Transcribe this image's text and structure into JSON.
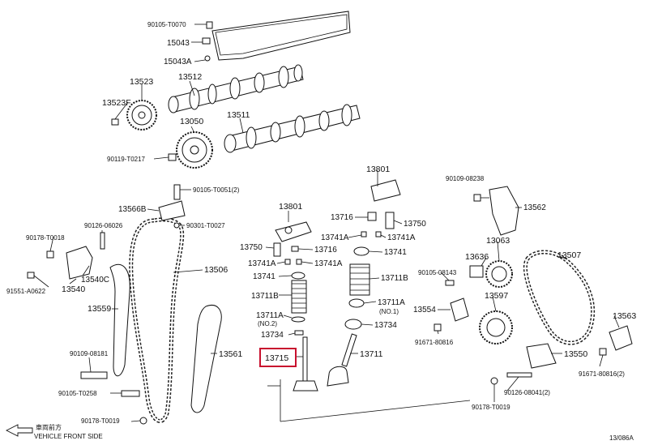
{
  "labels": {
    "l90105_T0070": "90105-T0070",
    "l15043": "15043",
    "l15043A": "15043A",
    "l13523": "13523",
    "l13512": "13512",
    "l13523F": "13523F",
    "l13511": "13511",
    "l13050": "13050",
    "l90119_T0217": "90119-T0217",
    "l13801a": "13801",
    "l90109_08238": "90109-08238",
    "l90105_T0051": "90105-T0051(2)",
    "l13566B": "13566B",
    "l13562": "13562",
    "l13801b": "13801",
    "l13716a": "13716",
    "l13750a": "13750",
    "l90301_T0027": "90301-T0027",
    "l90126_06026": "90126-06026",
    "l13741Aa": "13741A",
    "l13741Ab": "13741A",
    "l90178_T0018": "90178-T0018",
    "l13063": "13063",
    "l13750b": "13750",
    "l13716b": "13716",
    "l13741a": "13741",
    "l13741Ac": "13741A",
    "l13741Ad": "13741A",
    "l13507": "13507",
    "l13636": "13636",
    "l13506": "13506",
    "l90105_08143": "90105-08143",
    "l13540C": "13540C",
    "l13741b": "13741",
    "l13711B": "13711B",
    "l91551_A0622": "91551-A0622",
    "l13540": "13540",
    "l13711Ba": "13711B",
    "l13597": "13597",
    "l13711A": "13711A",
    "l13711A_no1": "(NO.1)",
    "l13559": "13559",
    "l13554": "13554",
    "l13711Ab": "13711A",
    "l13711A_no2": "(NO.2)",
    "l13563": "13563",
    "l13734a": "13734",
    "l13734b": "13734",
    "l91671_80816": "91671-80816",
    "l90109_08181": "90109-08181",
    "l13561": "13561",
    "l13715": "13715",
    "l13711": "13711",
    "l13550": "13550",
    "l91671_80816_2": "91671-80816(2)",
    "l90126_08041": "90126-08041(2)",
    "l90105_T0258": "90105-T0258",
    "l90178_T0019a": "90178-T0019",
    "l90178_T0019b": "90178-T0019",
    "front_jp": "車両前方",
    "front_en": "VEHICLE FRONT SIDE",
    "catalog_code": "13/086A"
  },
  "highlight": {
    "label": "13715",
    "color": "#c8102e"
  }
}
